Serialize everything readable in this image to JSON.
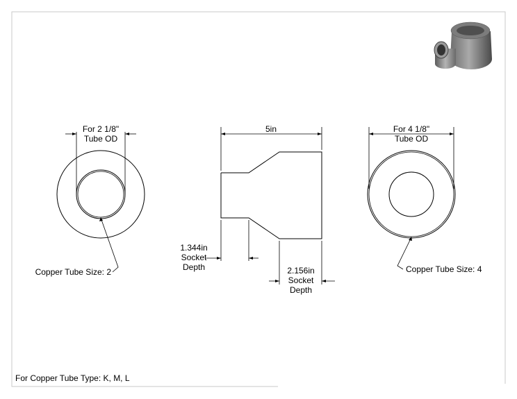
{
  "footer": {
    "note": "For Copper Tube Type: K, M, L"
  },
  "left_view": {
    "dim_label_line1": "For 2 1/8\"",
    "dim_label_line2": "Tube OD",
    "callout": "Copper Tube Size: 2"
  },
  "side_view": {
    "length_label": "5in",
    "small_socket_line1": "1.344in",
    "small_socket_line2": "Socket",
    "small_socket_line3": "Depth",
    "large_socket_line1": "2.156in",
    "large_socket_line2": "Socket",
    "large_socket_line3": "Depth"
  },
  "right_view": {
    "dim_label_line1": "For 4 1/8\"",
    "dim_label_line2": "Tube OD",
    "callout": "Copper Tube Size: 4"
  },
  "colors": {
    "line": "#000000",
    "background": "#ffffff",
    "border": "#c8c8c8",
    "iso_dark": "#555555",
    "iso_light": "#cfcfcf"
  }
}
